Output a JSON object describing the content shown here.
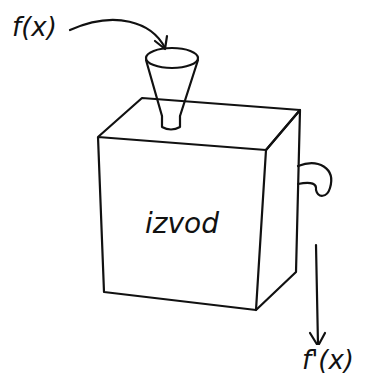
{
  "diagram": {
    "nodes": [
      {
        "text": [
          "izvod"
        ]
      }
    ],
    "labels": [
      "f(x)",
      "f'(x)"
    ]
  }
}
